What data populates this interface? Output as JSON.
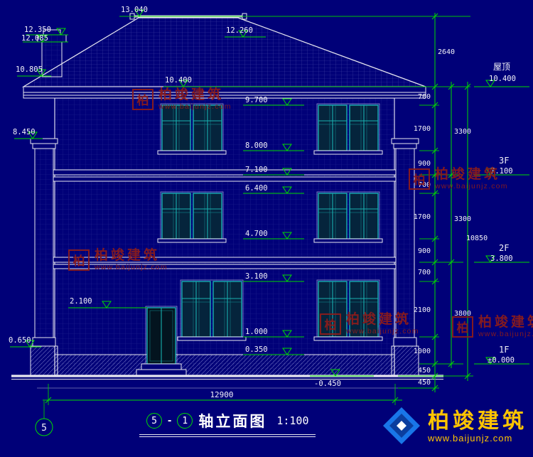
{
  "colors": {
    "background": "#000078",
    "dimension_green": "#00dd00",
    "line_white": "#e8e8f0",
    "window_teal": "#19b0b0",
    "watermark_red": "#8b1c1c",
    "brand_yellow": "#ffc400",
    "brand_blue": "#1976e8"
  },
  "markers": {
    "ridge": "13.040",
    "chimney_cap_top": "12.350",
    "chimney_cap_bottom": "12.085",
    "roof_slope_right": "12.260",
    "chimney_base": "10.805",
    "eave": "10.400",
    "f3_window_head": "9.700",
    "pilaster_top": "8.450",
    "f3_window_sill": "8.000",
    "floor3": "7.100",
    "f2_window_head": "6.400",
    "f2_window_sill": "4.700",
    "f1_window_head": "3.100",
    "door_head": "2.100",
    "f1_window_sill": "1.000",
    "plinth_top": "0.350",
    "pilaster_base": "0.650",
    "ground": "-0.450"
  },
  "dims": {
    "right_inner": [
      "2640",
      "700",
      "1700",
      "900",
      "700",
      "1700",
      "900",
      "700",
      "2100",
      "1000",
      "450",
      "450"
    ],
    "right_mid": [
      "3300",
      "3300",
      "3800"
    ],
    "right_overall": "10850",
    "bottom_overall": "12900"
  },
  "floors": [
    {
      "name": "屋顶",
      "value": "10.400"
    },
    {
      "name": "3F",
      "value": "7.100"
    },
    {
      "name": "2F",
      "value": "3.800"
    },
    {
      "name": "1F",
      "value": "±0.000"
    }
  ],
  "axis_bubble": "5",
  "title": {
    "bubble_left": "5",
    "separator": "-",
    "bubble_right": "1",
    "text": "轴立面图",
    "scale": "1:100"
  },
  "watermark": {
    "logo_char": "柏",
    "name": "柏竣建筑",
    "url": "www.baijunjz.com"
  },
  "brand": {
    "name": "柏竣建筑",
    "url": "www.baijunjz.com"
  }
}
